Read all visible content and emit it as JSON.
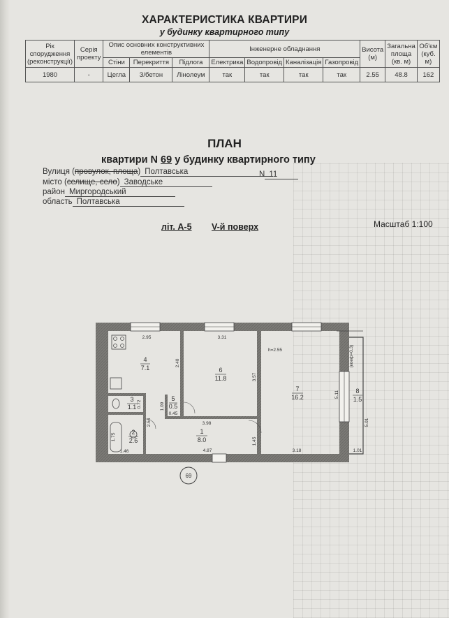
{
  "header": {
    "title": "ХАРАКТЕРИСТИКА КВАРТИРИ",
    "subtitle": "у будинку квартирного типу"
  },
  "table": {
    "col_year": "Рік спорудження (реконструкції)",
    "col_series": "Серія проекту",
    "group_construction": "Опис основних конструктивних елементів",
    "col_walls": "Стіни",
    "col_ceilings": "Перекриття",
    "col_floor": "Підлога",
    "group_engineering": "Інженерне обладнання",
    "col_electric": "Електрика",
    "col_water": "Водопровід",
    "col_sewer": "Каналізація",
    "col_gas": "Газопровід",
    "col_height": "Висота (м)",
    "col_area": "Загальна площа (кв. м)",
    "col_volume": "Об'єм (куб. м)",
    "values": {
      "year": "1980",
      "series": "-",
      "walls": "Цегла",
      "ceilings": "З/бетон",
      "floor": "Лінолеум",
      "electric": "так",
      "water": "так",
      "sewer": "так",
      "gas": "так",
      "height": "2.55",
      "area": "48.8",
      "volume": "162"
    }
  },
  "plan": {
    "title": "ПЛАН",
    "sub_prefix": "квартири  N",
    "apartment_no": "69",
    "sub_suffix": "у будинку квартирного типу",
    "street_label": "Вулиця (",
    "street_struck": "провулок, площа",
    "street_close": ")",
    "street_value": "Полтавська",
    "number_label": "N",
    "number_value": "11",
    "city_label": "місто (",
    "city_struck": "селище, село",
    "city_close": ")",
    "city_value": "Заводське",
    "district_label": "район",
    "district_value": "Миргородський",
    "region_label": "область",
    "region_value": "Полтавська",
    "lit": "літ. А-5",
    "floor": "V-й поверх",
    "scale": "Масштаб 1:100"
  },
  "floorplan": {
    "rooms": [
      {
        "id": "4",
        "area": "7.1"
      },
      {
        "id": "6",
        "area": "11.8"
      },
      {
        "id": "7",
        "area": "16.2"
      },
      {
        "id": "8",
        "area": "1.5"
      },
      {
        "id": "5",
        "area": "0.5"
      },
      {
        "id": "3",
        "area": "1.1"
      },
      {
        "id": "2",
        "area": "2.6"
      },
      {
        "id": "1",
        "area": "8.0"
      }
    ],
    "dims": {
      "d295": "2.95",
      "d331": "3.31",
      "d240": "2.40",
      "d357": "3.57",
      "h255": "h=2.55",
      "d511": "5.11",
      "d501": "5.01",
      "d101": "1.01",
      "d072": "0.72",
      "d109": "1.09",
      "d045": "0.45",
      "d254": "2.54",
      "d398": "3.98",
      "d175": "1.75",
      "d146": "1.46",
      "d145": "1.45",
      "d487": "4.87",
      "d318": "3.18",
      "balcony_note": "(коеф=0.3)"
    },
    "marker": "69"
  }
}
